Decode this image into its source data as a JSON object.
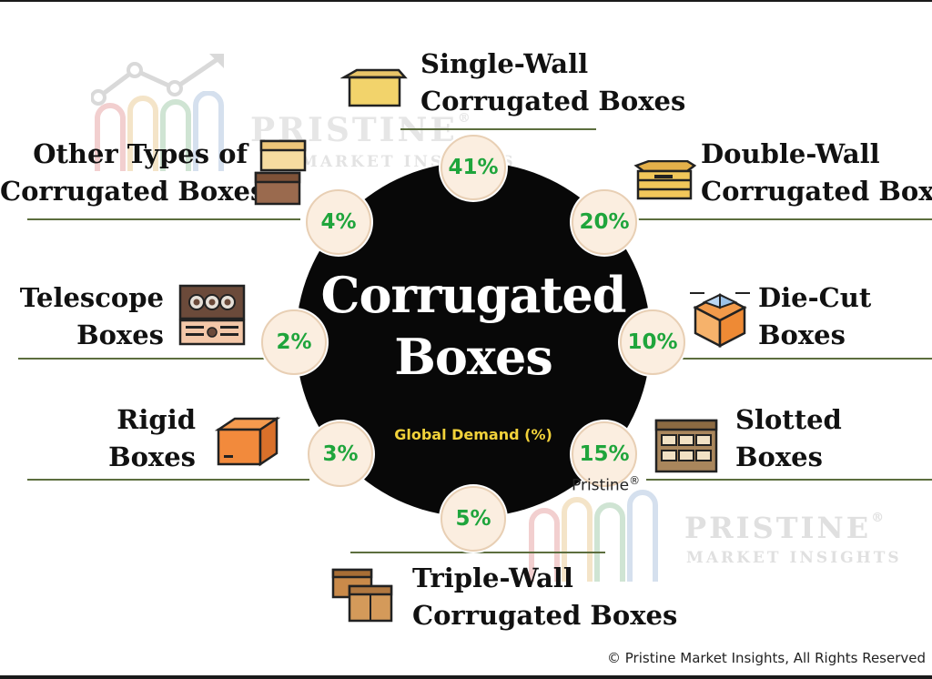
{
  "center": {
    "title_line1": "Corrugated",
    "title_line2": "Boxes",
    "subtitle": "Global Demand (%)"
  },
  "segments": [
    {
      "name": "single-wall",
      "line1": "Single-Wall",
      "line2": "Corrugated Boxes",
      "percent": "41%",
      "value": 41,
      "icon": "open-box-icon"
    },
    {
      "name": "double-wall",
      "line1": "Double-Wall",
      "line2": "Corrugated Boxes",
      "percent": "20%",
      "value": 20,
      "icon": "layered-box-icon"
    },
    {
      "name": "die-cut",
      "line1": "Die-Cut",
      "line2": "Boxes",
      "percent": "10%",
      "value": 10,
      "icon": "die-cut-box-icon"
    },
    {
      "name": "slotted",
      "line1": "Slotted",
      "line2": "Boxes",
      "percent": "15%",
      "value": 15,
      "icon": "slotted-box-icon"
    },
    {
      "name": "triple-wall",
      "line1": "Triple-Wall",
      "line2": "Corrugated Boxes",
      "percent": "5%",
      "value": 5,
      "icon": "stacked-boxes-icon"
    },
    {
      "name": "rigid",
      "line1": "Rigid",
      "line2": "Boxes",
      "percent": "3%",
      "value": 3,
      "icon": "rigid-box-icon"
    },
    {
      "name": "telescope",
      "line1": "Telescope",
      "line2": "Boxes",
      "percent": "2%",
      "value": 2,
      "icon": "telescope-box-icon"
    },
    {
      "name": "other",
      "line1": "Other Types of",
      "line2": "Corrugated Boxes",
      "percent": "4%",
      "value": 4,
      "icon": "box-stack-icon"
    }
  ],
  "watermark": {
    "name": "PRISTINE",
    "registered": "®",
    "tagline": "MARKET INSIGHTS"
  },
  "logo_text": "Pristine",
  "copyright": "© Pristine Market Insights, All Rights Reserved",
  "colors": {
    "percent_text": "#1fa53c",
    "bubble_fill": "#fbeee0",
    "subtitle": "#f2d23a",
    "rule": "#5c6e3e"
  }
}
